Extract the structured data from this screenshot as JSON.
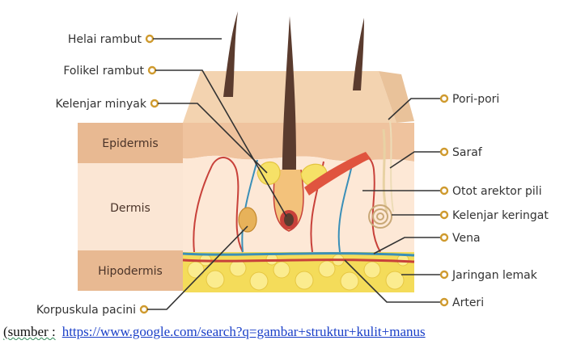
{
  "labels": {
    "helai_rambut": "Helai rambut",
    "folikel_rambut": "Folikel rambut",
    "kelenjar_minyak": "Kelenjar minyak",
    "pori_pori": "Pori-pori",
    "saraf": "Saraf",
    "otot_arektor_pili": "Otot arektor pili",
    "kelenjar_keringat": "Kelenjar keringat",
    "vena": "Vena",
    "jaringan_lemak": "Jaringan lemak",
    "arteri": "Arteri",
    "korpuskula_pacini": "Korpuskula pacini"
  },
  "layers": {
    "epidermis": "Epidermis",
    "dermis": "Dermis",
    "hipodermis": "Hipodermis"
  },
  "source": {
    "prefix": "(sumber :",
    "url": "https://www.google.com/search?q=gambar+struktur+kulit+manus"
  },
  "colors": {
    "skin_top": "#f3d3b0",
    "epidermis": "#e8b992",
    "dermis": "#fbe6d4",
    "fat": "#f4dc5a",
    "hair": "#5a3b2e",
    "vein": "#3a8fb8",
    "artery": "#c8413a",
    "label_dot": "#cf9a2e"
  }
}
